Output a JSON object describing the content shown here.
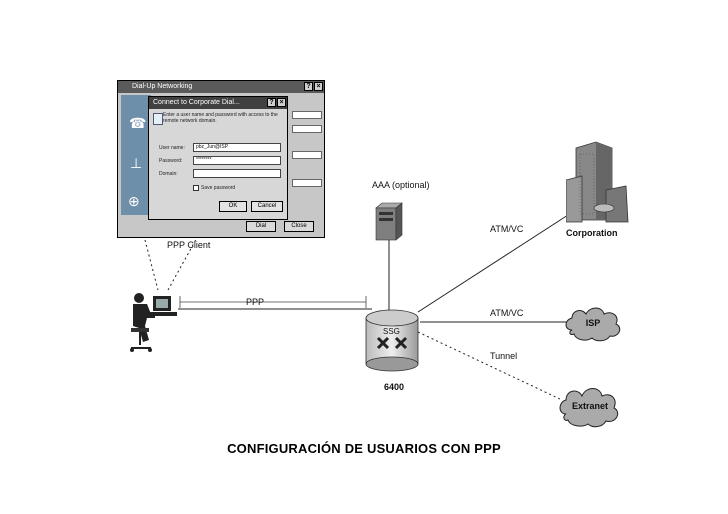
{
  "dialup": {
    "window_title": "Dial-Up Networking",
    "dialog_title": "Connect to Corporate Dial...",
    "description": "Enter a user name and password with access to the remote network domain.",
    "username_label": "User name:",
    "username_value": "pbz_Jun@ISP",
    "password_label": "Password:",
    "password_value": "********",
    "domain_label": "Domain:",
    "domain_value": "",
    "save_password_label": "Save password",
    "ok_label": "OK",
    "cancel_label": "Cancel",
    "dial_label": "Dial",
    "close_label": "Close"
  },
  "labels": {
    "ppp_client": "PPP Client",
    "aaa": "AAA (optional)",
    "ppp": "PPP",
    "atm_vc_top": "ATM/VC",
    "atm_vc_middle": "ATM/VC",
    "tunnel": "Tunnel",
    "corporation": "Corporation",
    "isp": "ISP",
    "extranet": "Extranet",
    "ssg": "SSG",
    "model": "6400"
  },
  "caption": "CONFIGURACIÓN DE USUARIOS CON PPP"
}
